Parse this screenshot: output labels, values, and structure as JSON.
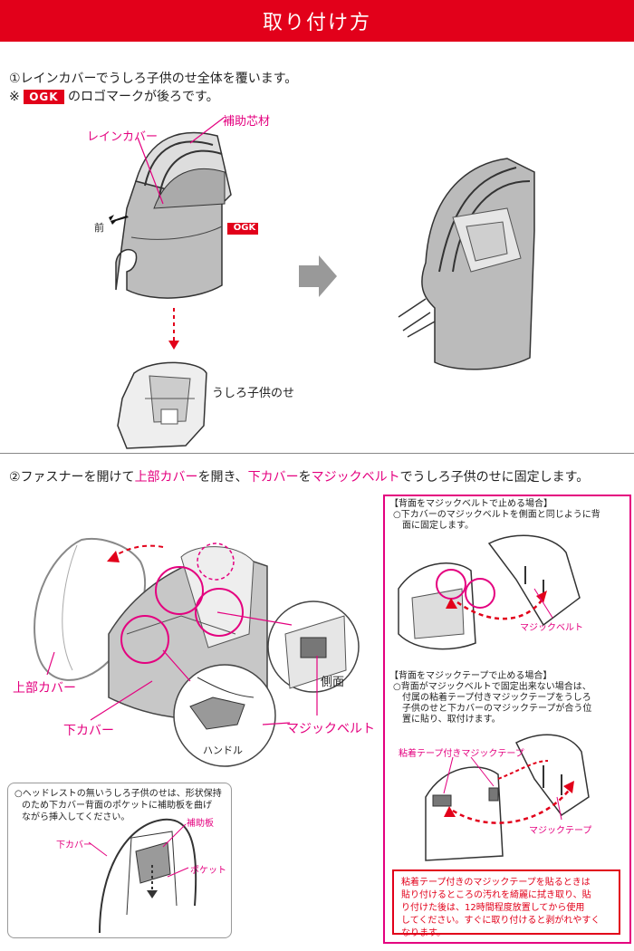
{
  "header": {
    "title": "取り付け方"
  },
  "step1": {
    "line1": "①レインカバーでうしろ子供のせ全体を覆います。",
    "line2_prefix": "※",
    "ogk": "OGK",
    "line2_suffix": "のロゴマークが後ろです。",
    "label_raincover": "レインカバー",
    "label_hojo": "補助芯材",
    "label_front": "前",
    "label_child_seat": "うしろ子供のせ"
  },
  "step2": {
    "line_a": "②ファスナーを開けて",
    "line_b": "上部カバー",
    "line_c": "を開き、",
    "line_d": "下カバー",
    "line_e": "を",
    "line_f": "マジックベルト",
    "line_g": "でうしろ子供のせに固定します。",
    "label_upper": "上部カバー",
    "label_lower": "下カバー",
    "label_side": "側面",
    "label_belt": "マジックベルト",
    "label_handle": "ハンドル",
    "belt_box": {
      "title": "【背面をマジックベルトで止める場合】",
      "text1": "○下カバーのマジックベルトを側面と同じように背",
      "text2": "面に固定します。",
      "label": "マジックベルト"
    },
    "tape_box": {
      "title": "【背面をマジックテープで止める場合】",
      "text1": "○背面がマジックベルトで固定出来ない場合は、",
      "text2": "付属の粘着テープ付きマジックテープをうしろ",
      "text3": "子供のせと下カバーのマジックテープが合う位",
      "text4": "置に貼り、取付けます。",
      "label_adhesive": "粘着テープ付きマジックテープ",
      "label_tape": "マジックテープ"
    },
    "warning": {
      "line1": "粘着テープ付きのマジックテープを貼るときは",
      "line2": "貼り付けるところの汚れを綺麗に拭き取り、貼",
      "line3": "り付けた後は、12時間程度放置してから使用",
      "line4": "してください。すぐに取り付けると剥がれやすく",
      "line5": "なります。"
    },
    "headrest_box": {
      "line1": "○ヘッドレストの無いうしろ子供のせは、形状保持",
      "line2": "のため下カバー背面のポケットに補助板を曲げ",
      "line3": "ながら挿入してください。",
      "label_lower": "下カバー",
      "label_board": "補助板",
      "label_pocket": "ポケット"
    }
  }
}
